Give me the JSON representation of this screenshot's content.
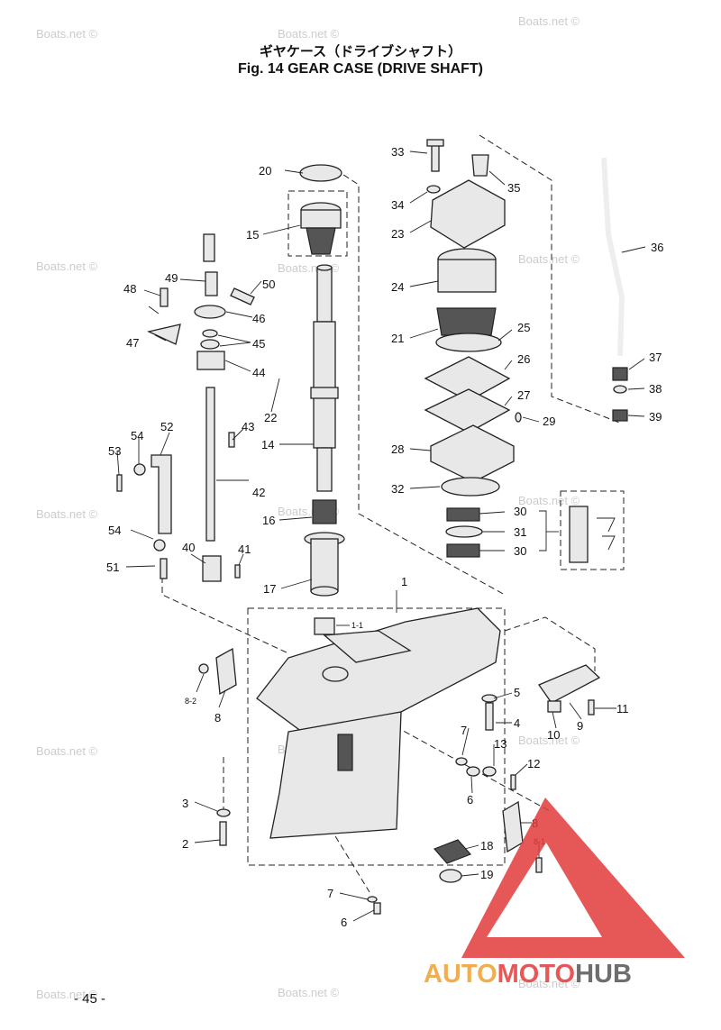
{
  "header": {
    "title_jp": "ギヤケース（ドライブシャフト）",
    "title_en": "Fig. 14   GEAR CASE (DRIVE SHAFT)"
  },
  "footer": {
    "page_number": "- 45 -"
  },
  "watermark": {
    "text": "Boats.net ©"
  },
  "logo": {
    "part1": "AUTO",
    "part2": "MOTO",
    "part3": "HUB",
    "color_red": "#e23b3b",
    "color_orange": "#f0a030",
    "color_gray": "#555555"
  },
  "callouts": {
    "n1": "1",
    "n1_1": "1-1",
    "n2": "2",
    "n3": "3",
    "n4": "4",
    "n5": "5",
    "n6a": "6",
    "n6b": "6",
    "n7a": "7",
    "n7b": "7",
    "n8a": "8",
    "n8b": "8",
    "n8_1": "8-1",
    "n8_2": "8-2",
    "n9": "9",
    "n10": "10",
    "n11": "11",
    "n12": "12",
    "n13": "13",
    "n14": "14",
    "n15": "15",
    "n16": "16",
    "n17": "17",
    "n18": "18",
    "n19": "19",
    "n20": "20",
    "n21": "21",
    "n22": "22",
    "n23": "23",
    "n24": "24",
    "n25": "25",
    "n26": "26",
    "n27": "27",
    "n28": "28",
    "n29": "29",
    "n30a": "30",
    "n30b": "30",
    "n31": "31",
    "n32": "32",
    "n33": "33",
    "n34": "34",
    "n35": "35",
    "n36": "36",
    "n37": "37",
    "n38": "38",
    "n39": "39",
    "n40": "40",
    "n41": "41",
    "n42": "42",
    "n43": "43",
    "n44": "44",
    "n45": "45",
    "n46": "46",
    "n47": "47",
    "n48": "48",
    "n49": "49",
    "n50": "50",
    "n51": "51",
    "n52": "52",
    "n53": "53",
    "n54a": "54",
    "n54b": "54"
  }
}
